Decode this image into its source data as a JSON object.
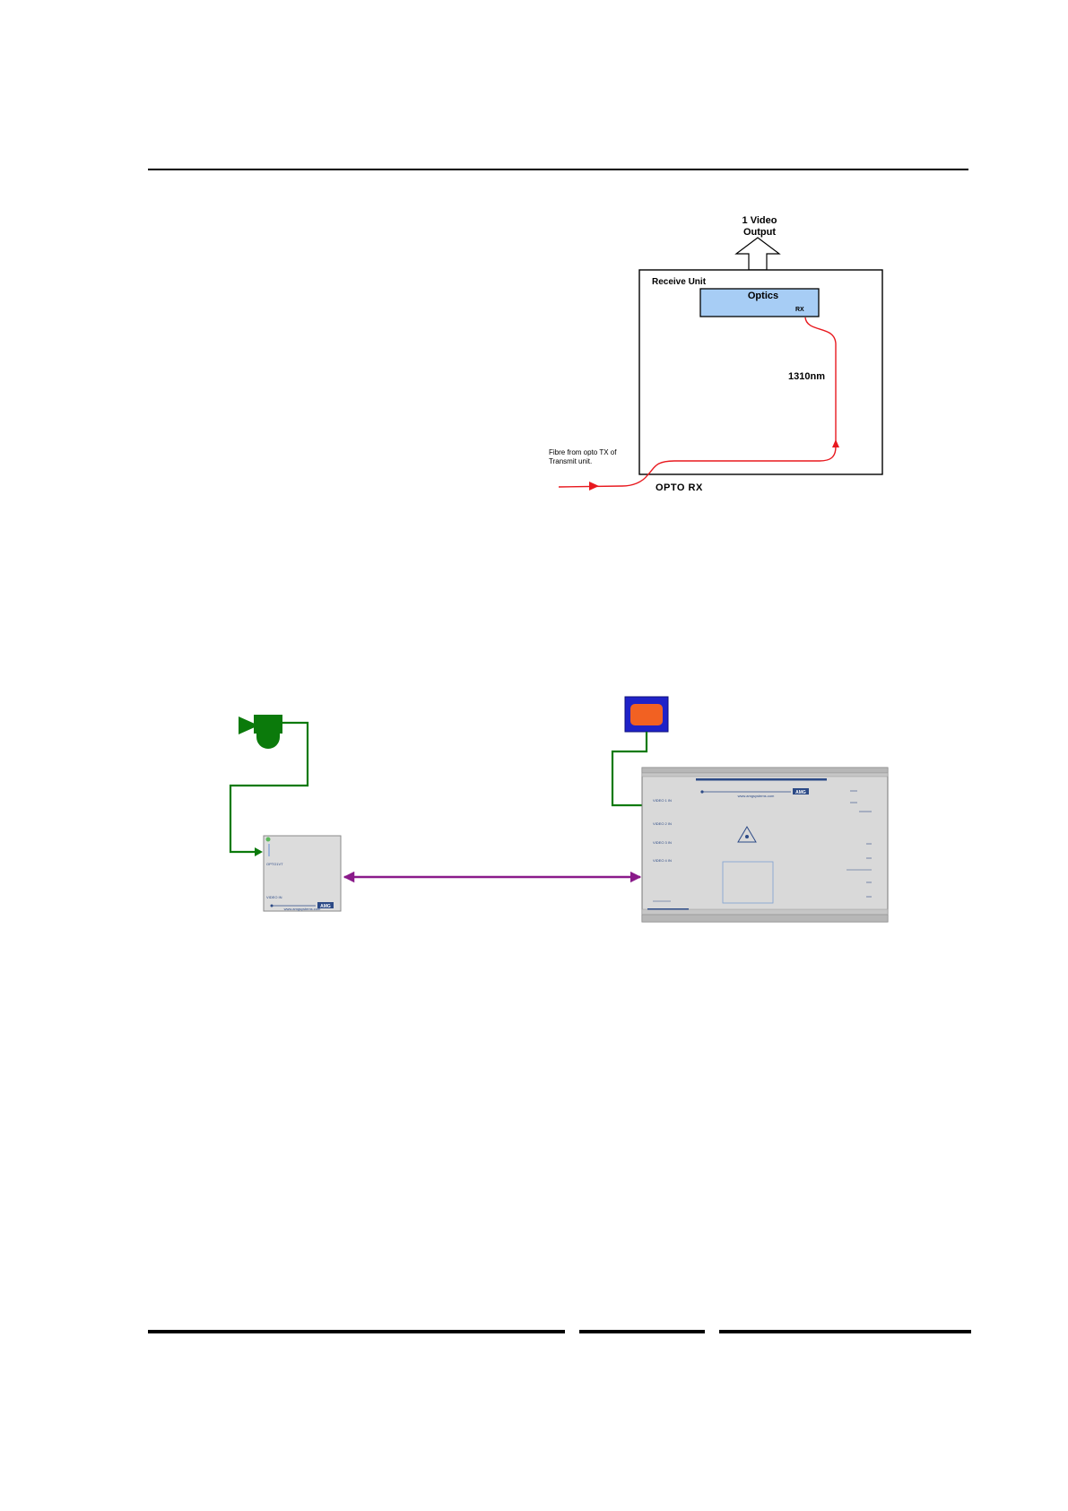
{
  "receive_diagram": {
    "output_label_line1": "1 Video",
    "output_label_line2": "Output",
    "unit_label": "Receive Unit",
    "optics_label": "Optics",
    "rx_label": "RX",
    "wavelength_label": "1310nm",
    "fibre_note_line1": "Fibre from opto  TX of",
    "fibre_note_line2": "Transmit unit.",
    "port_label": "OPTO RX"
  },
  "system_diagram": {
    "transmitter": {
      "model_label": "OPTO1VT",
      "port_label": "VIDEO IN",
      "brand_badge": "AMG",
      "url_text": "www.amgsystems.com"
    },
    "receiver_rack": {
      "url_text": "www.amgsystems.com",
      "brand_badge": "AMG",
      "channel_labels": [
        "VIDEO 1 IN",
        "VIDEO 2 IN",
        "VIDEO 3 IN",
        "VIDEO 4 IN"
      ]
    }
  },
  "colors": {
    "fibre_red": "#e8191f",
    "optics_fill": "#a7cdf5",
    "camera_green": "#0b7a0b",
    "link_purple": "#8a1a8a",
    "monitor_blue": "#1f22c8",
    "monitor_screen": "#f26122",
    "panel_gray": "#d9d9d9",
    "brand_blue": "#2c4a86"
  }
}
